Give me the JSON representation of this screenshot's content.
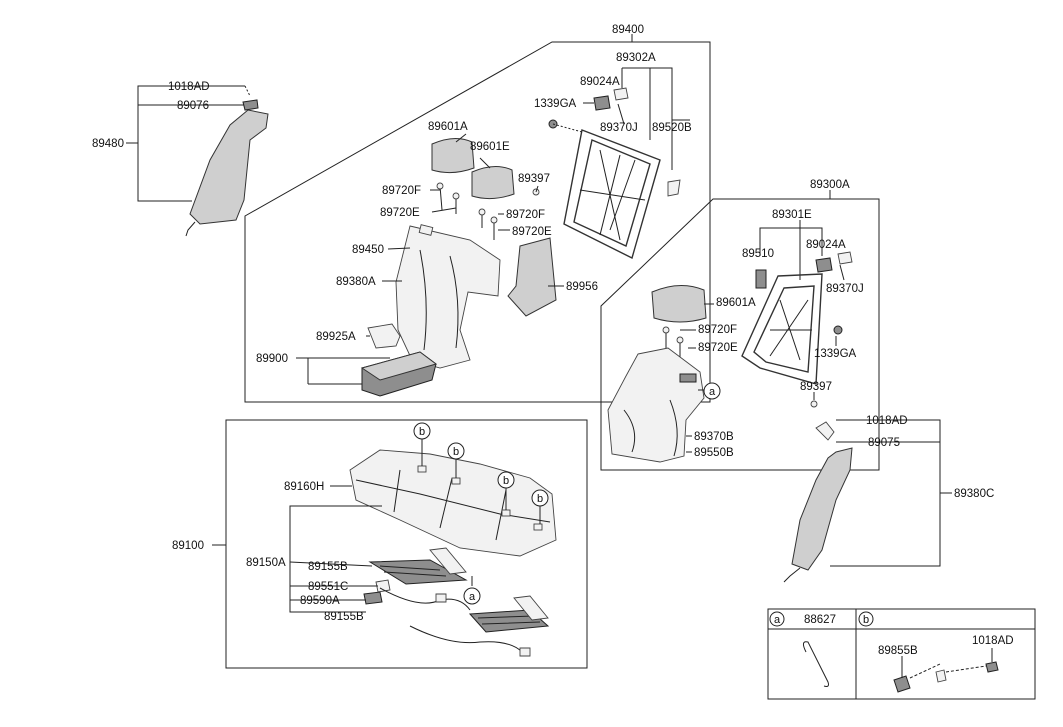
{
  "labels": {
    "p89400": "89400",
    "p89302A": "89302A",
    "p1339GA_a": "1339GA",
    "p89024A_a": "89024A",
    "p89370J_a": "89370J",
    "p89520B": "89520B",
    "p1018AD_a": "1018AD",
    "p89076": "89076",
    "p89480": "89480",
    "p89601A_a": "89601A",
    "p89601E": "89601E",
    "p89397_a": "89397",
    "p89720F_a": "89720F",
    "p89720E_a": "89720E",
    "p89720F_b": "89720F",
    "p89720E_b": "89720E",
    "p89450": "89450",
    "p89380A": "89380A",
    "p89956": "89956",
    "p89925A": "89925A",
    "p89900": "89900",
    "p89300A": "89300A",
    "p89301E": "89301E",
    "p89510": "89510",
    "p89024A_b": "89024A",
    "p89370J_b": "89370J",
    "p89601A_b": "89601A",
    "p89720F_c": "89720F",
    "p89720E_c": "89720E",
    "p1339GA_b": "1339GA",
    "p89397_b": "89397",
    "p89370B": "89370B",
    "p89550B": "89550B",
    "p1018AD_b": "1018AD",
    "p89075": "89075",
    "p89380C": "89380C",
    "p89160H": "89160H",
    "p89100": "89100",
    "p89150A": "89150A",
    "p89155B_a": "89155B",
    "p89551C": "89551C",
    "p89590A": "89590A",
    "p89155B_b": "89155B"
  },
  "callouts": {
    "a": "a",
    "b": "b"
  },
  "legend": {
    "a_letter": "a",
    "a_part": "88627",
    "b_letter": "b",
    "b_part1": "89855B",
    "b_part2": "1018AD"
  },
  "colors": {
    "line": "#222222",
    "part_fill": "#cfcfcf",
    "part_dark": "#8e8e8e"
  }
}
